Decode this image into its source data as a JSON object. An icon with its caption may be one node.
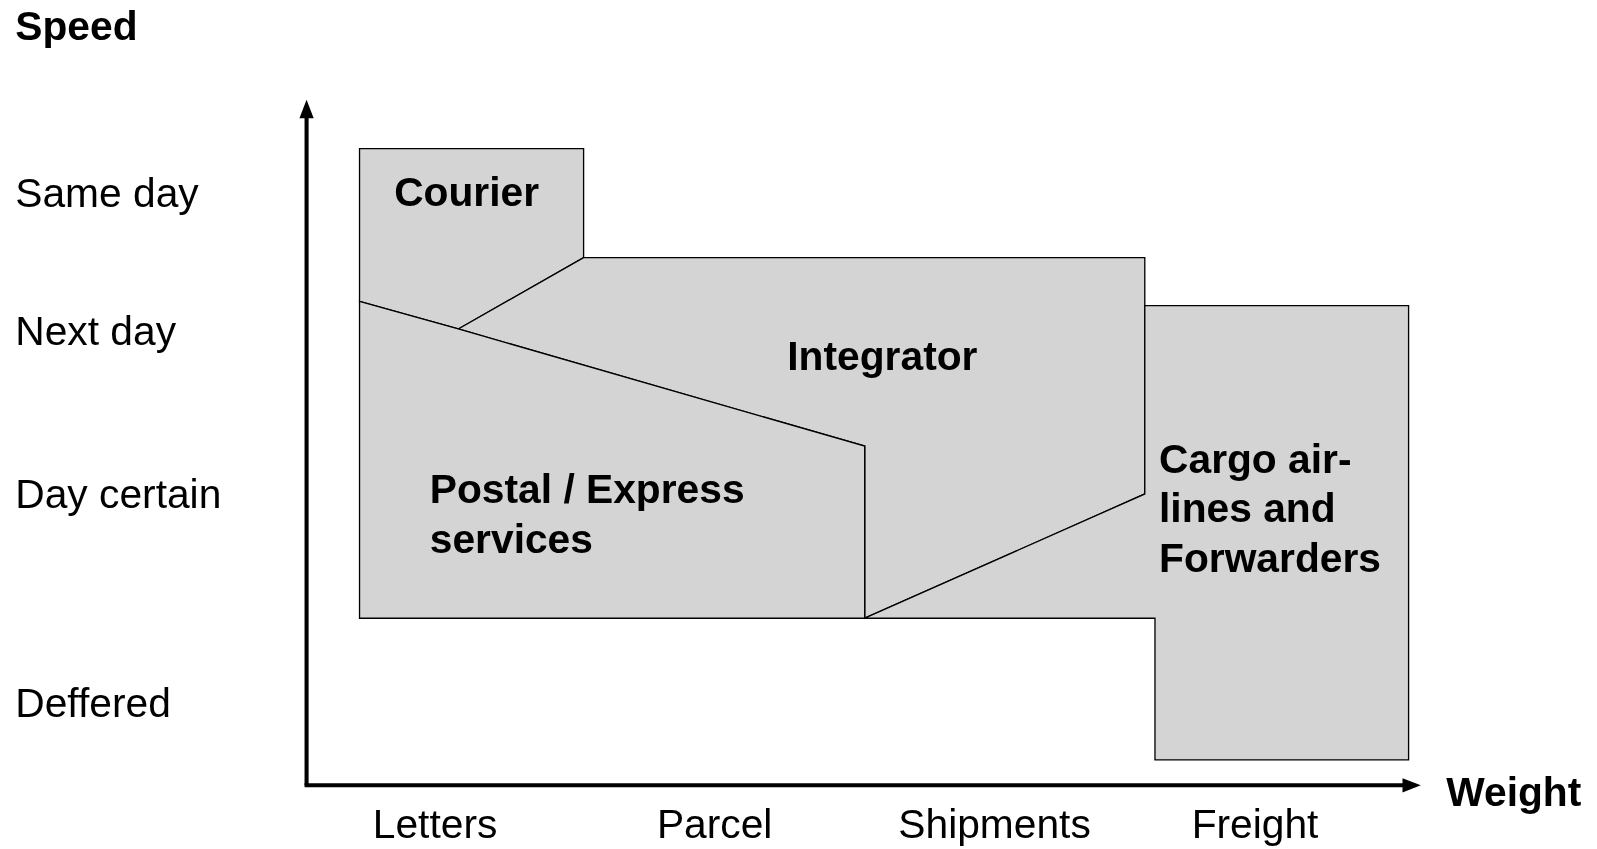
{
  "diagram": {
    "nodes": [
      {
        "text": [
          "Courier"
        ]
      },
      {
        "text": [
          "Integrator"
        ]
      },
      {
        "text": [
          "Postal / Express services"
        ]
      },
      {
        "text": [
          "Cargo air- lines and Forwarders"
        ]
      }
    ],
    "labels": [
      "Speed",
      "Same day",
      "Next day",
      "Day certain",
      "Deffered",
      "Weight",
      "Letters",
      "Parcel",
      "Shipments",
      "Freight"
    ]
  }
}
